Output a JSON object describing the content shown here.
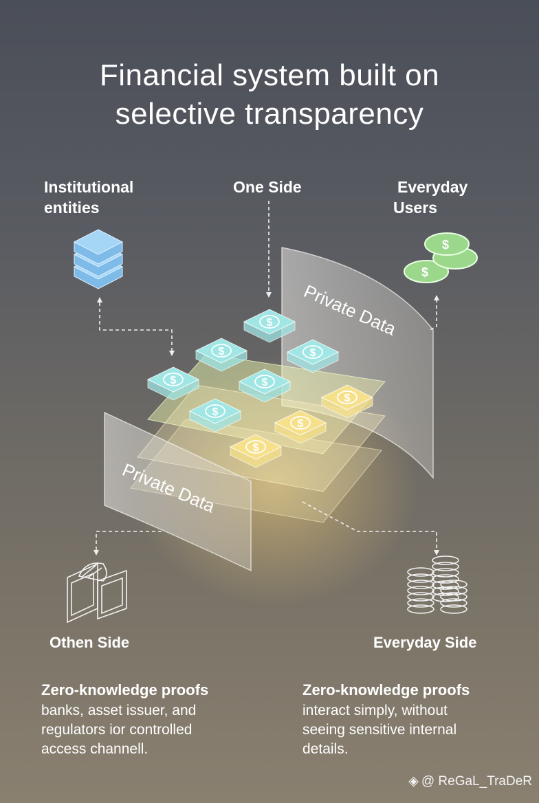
{
  "title_line1": "Financial system built on",
  "title_line2": "selective transparency",
  "labels": {
    "institutional": [
      "Institutional",
      "entities"
    ],
    "one_side": "One Side",
    "everyday_users": [
      "Everyday",
      "Users"
    ],
    "other_side": "Othen Side",
    "everyday_side": "Everyday Side"
  },
  "panels": {
    "back": "Private Data",
    "front": "Private Data"
  },
  "coin_symbol": "$",
  "left_block": {
    "heading": "Zero-knowledge proofs",
    "lines": [
      "banks, asset issuer, and",
      "regulators ior controlled",
      "access channell."
    ]
  },
  "right_block": {
    "heading": "Zero-knowledge proofs",
    "lines": [
      "interact simply, without",
      "seeing sensitive internal",
      "details."
    ]
  },
  "watermark": "@ ReGaL_TraDeR",
  "colors": {
    "teal_coin": "#9fe6e4",
    "yellow_coin": "#f6e08a",
    "green_coin": "#9bd88c",
    "blue_stack": "#8ec7ef"
  }
}
